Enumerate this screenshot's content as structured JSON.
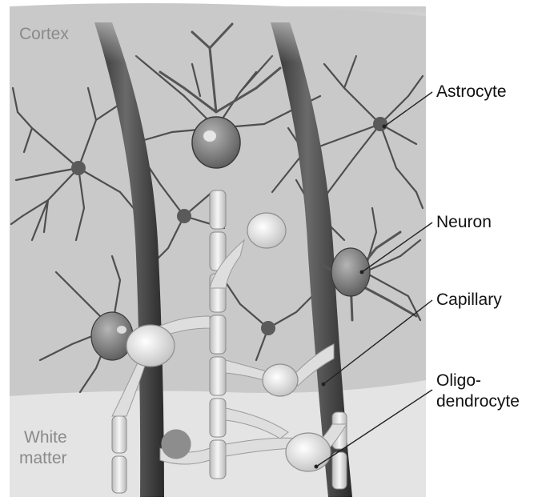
{
  "diagram": {
    "regions": {
      "cortex": "Cortex",
      "white_matter_line1": "White",
      "white_matter_line2": "matter"
    },
    "callouts": {
      "astrocyte": "Astrocyte",
      "neuron": "Neuron",
      "capillary": "Capillary",
      "oligodendrocyte_line1": "Oligo-",
      "oligodendrocyte_line2": "dendrocyte"
    },
    "colors": {
      "cortex_background": "#c9c9c9",
      "white_matter_background": "#e6e6e6",
      "capillary": "#4a4a4a",
      "neuron": "#6e6e6e",
      "astrocyte": "#585858",
      "myelin": "#ededed"
    }
  }
}
